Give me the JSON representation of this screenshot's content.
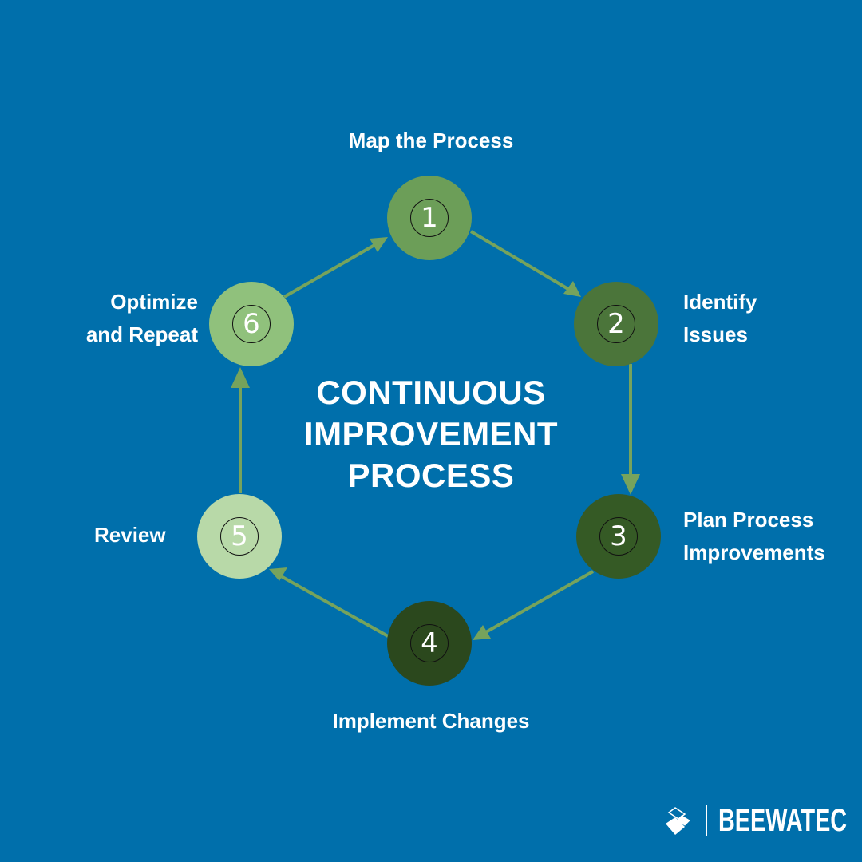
{
  "title": {
    "lines": [
      "CONTINUOUS",
      "IMPROVEMENT",
      "PROCESS"
    ]
  },
  "colors": {
    "background": "#006fab",
    "arrow": "#76a35c",
    "step1": "#6c9e58",
    "step2": "#4b753a",
    "step3": "#355a25",
    "step4": "#2b481d",
    "step5": "#b8d9a8",
    "step6": "#90c17c"
  },
  "steps": [
    {
      "number": "1",
      "label": "Map the Process"
    },
    {
      "number": "2",
      "label_lines": [
        "Identify",
        "Issues"
      ]
    },
    {
      "number": "3",
      "label_lines": [
        "Plan Process",
        "Improvements"
      ]
    },
    {
      "number": "4",
      "label": "Implement Changes"
    },
    {
      "number": "5",
      "label": "Review"
    },
    {
      "number": "6",
      "label_lines": [
        "Optimize",
        "and Repeat"
      ]
    }
  ],
  "logo": {
    "icon": "beewatec-diamond-logo-icon",
    "brand": "BEEWATEC"
  }
}
